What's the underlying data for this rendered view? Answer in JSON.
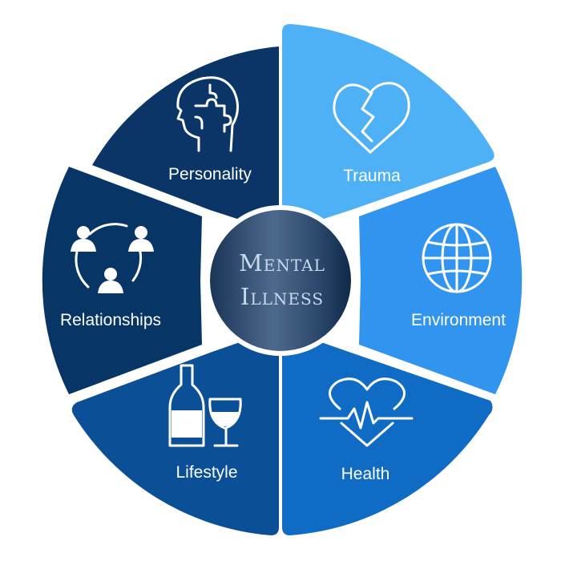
{
  "diagram": {
    "center": {
      "line1": "Mental",
      "line2": "Illness"
    },
    "segments": [
      {
        "key": "personality",
        "label": "Personality",
        "icon": "head-puzzle-icon",
        "color": "#0b3566"
      },
      {
        "key": "trauma",
        "label": "Trauma",
        "icon": "broken-heart-icon",
        "color": "#4eb0f5"
      },
      {
        "key": "environment",
        "label": "Environment",
        "icon": "globe-icon",
        "color": "#3194ee"
      },
      {
        "key": "health",
        "label": "Health",
        "icon": "heart-pulse-icon",
        "color": "#0f6bc4"
      },
      {
        "key": "lifestyle",
        "label": "Lifestyle",
        "icon": "wine-icon",
        "color": "#0b4f96"
      },
      {
        "key": "relationships",
        "label": "Relationships",
        "icon": "people-circle-icon",
        "color": "#073566"
      }
    ],
    "center_color": "#1f3d63"
  }
}
